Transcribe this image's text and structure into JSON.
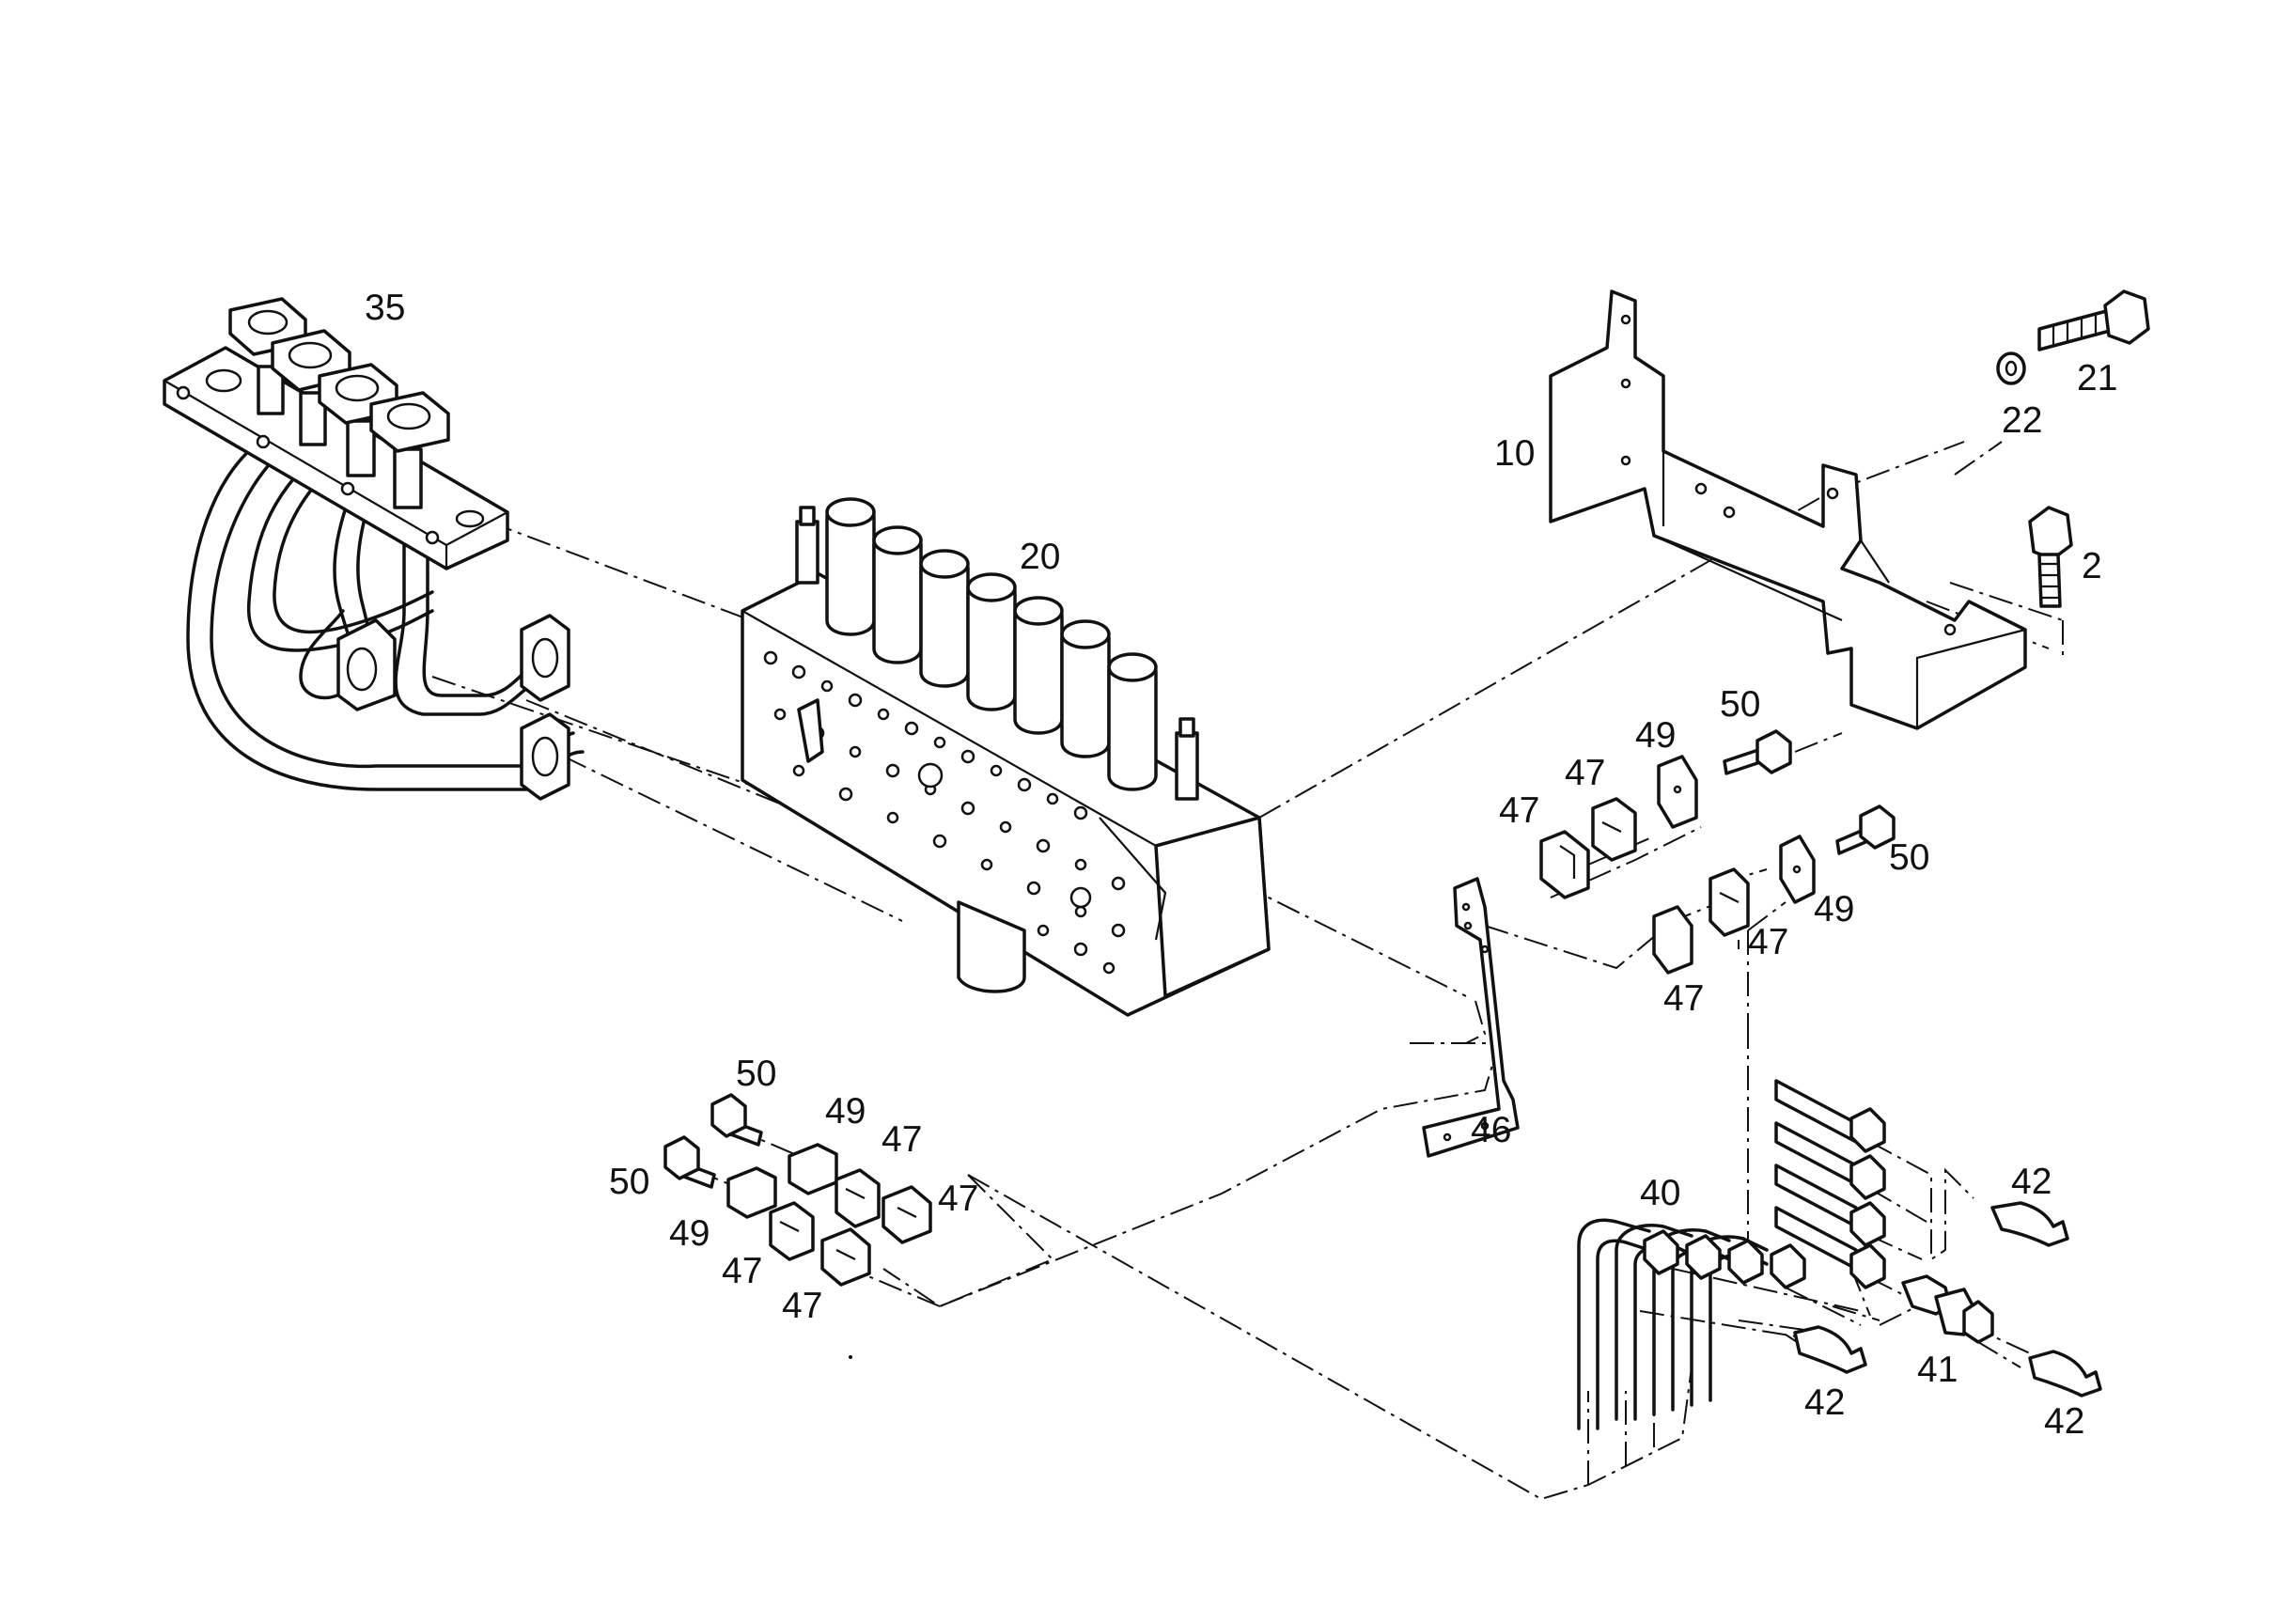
{
  "labels": {
    "l35": "35",
    "l20": "20",
    "l10": "10",
    "l21": "21",
    "l22": "22",
    "l2": "2",
    "l50a": "50",
    "l49a": "49",
    "l47a": "47",
    "l47b": "47",
    "l50b": "50",
    "l49b": "49",
    "l47c": "47",
    "l47d": "47",
    "l46": "46",
    "l50c": "50",
    "l49c": "49",
    "l47e": "47",
    "l50d": "50",
    "l49d": "49",
    "l47f": "47",
    "l47g": "47",
    "l47h": "47",
    "l40": "40",
    "l42a": "42",
    "l41": "41",
    "l42b": "42",
    "l42c": "42"
  }
}
